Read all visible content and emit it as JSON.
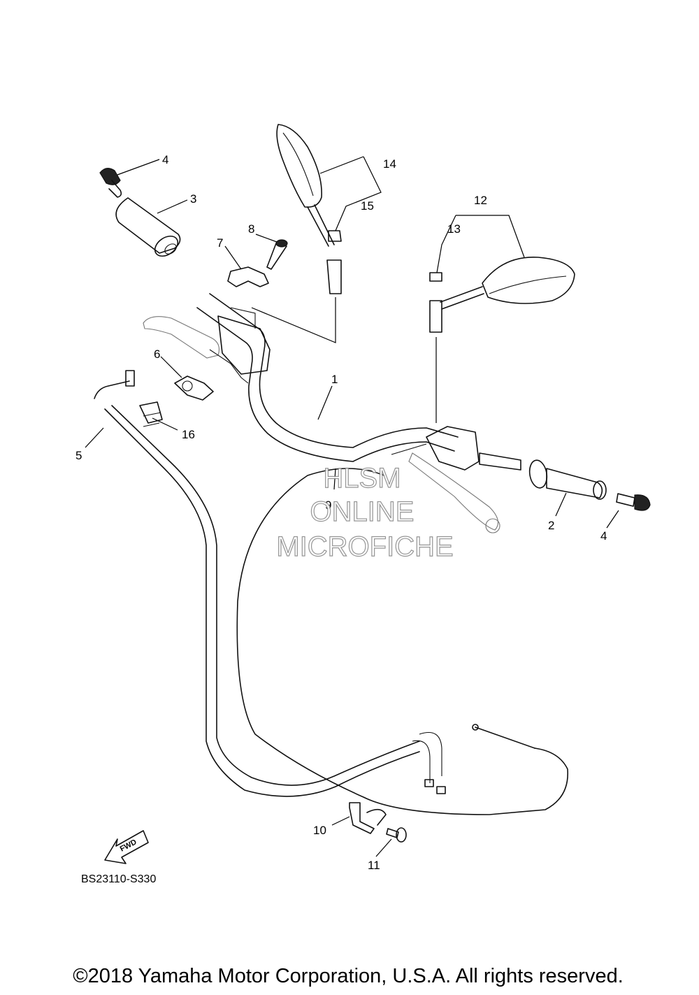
{
  "callouts": [
    {
      "id": "c1",
      "text": "1"
    },
    {
      "id": "c2",
      "text": "2"
    },
    {
      "id": "c3",
      "text": "3"
    },
    {
      "id": "c4a",
      "text": "4"
    },
    {
      "id": "c4b",
      "text": "4"
    },
    {
      "id": "c5",
      "text": "5"
    },
    {
      "id": "c6",
      "text": "6"
    },
    {
      "id": "c7",
      "text": "7"
    },
    {
      "id": "c8",
      "text": "8"
    },
    {
      "id": "c9",
      "text": "9"
    },
    {
      "id": "c10",
      "text": "10"
    },
    {
      "id": "c11",
      "text": "11"
    },
    {
      "id": "c12",
      "text": "12"
    },
    {
      "id": "c13",
      "text": "13"
    },
    {
      "id": "c14",
      "text": "14"
    },
    {
      "id": "c15",
      "text": "15"
    },
    {
      "id": "c16",
      "text": "16"
    }
  ],
  "direction_label": "FWD",
  "diagram_code": "BS23110-S330",
  "watermark": {
    "line1": "HLSM",
    "line2": "ONLINE",
    "line3": "MICROFICHE"
  },
  "copyright": "©2018 Yamaha Motor Corporation, U.S.A. All rights reserved."
}
